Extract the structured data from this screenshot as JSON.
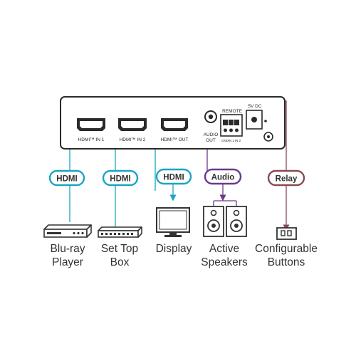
{
  "device": {
    "ports": {
      "hdmi_in_1": "HDMI™ IN 1",
      "hdmi_in_2": "HDMI™ IN 2",
      "hdmi_out": "HDMI™ OUT",
      "audio_out_line1": "AUDIO",
      "audio_out_line2": "OUT",
      "remote": "REMOTE",
      "power": "5V DC",
      "remote_pins": [
        "GND",
        "IN 1",
        "IN 2"
      ]
    }
  },
  "connections": {
    "hdmi_1": "HDMI",
    "hdmi_2": "HDMI",
    "hdmi_3": "HDMI",
    "audio": "Audio",
    "relay": "Relay"
  },
  "devices": {
    "bluray": [
      "Blu-ray",
      "Player"
    ],
    "settop": [
      "Set Top",
      "Box"
    ],
    "display": [
      "Display"
    ],
    "speakers": [
      "Active",
      "Speakers"
    ],
    "buttons": [
      "Configurable",
      "Buttons"
    ]
  },
  "colors": {
    "hdmi_line": "#1aa5c0",
    "audio_line": "#6a3a8c",
    "relay_line": "#8a4a52",
    "device_outline": "#333333",
    "label_text": "#333333"
  }
}
